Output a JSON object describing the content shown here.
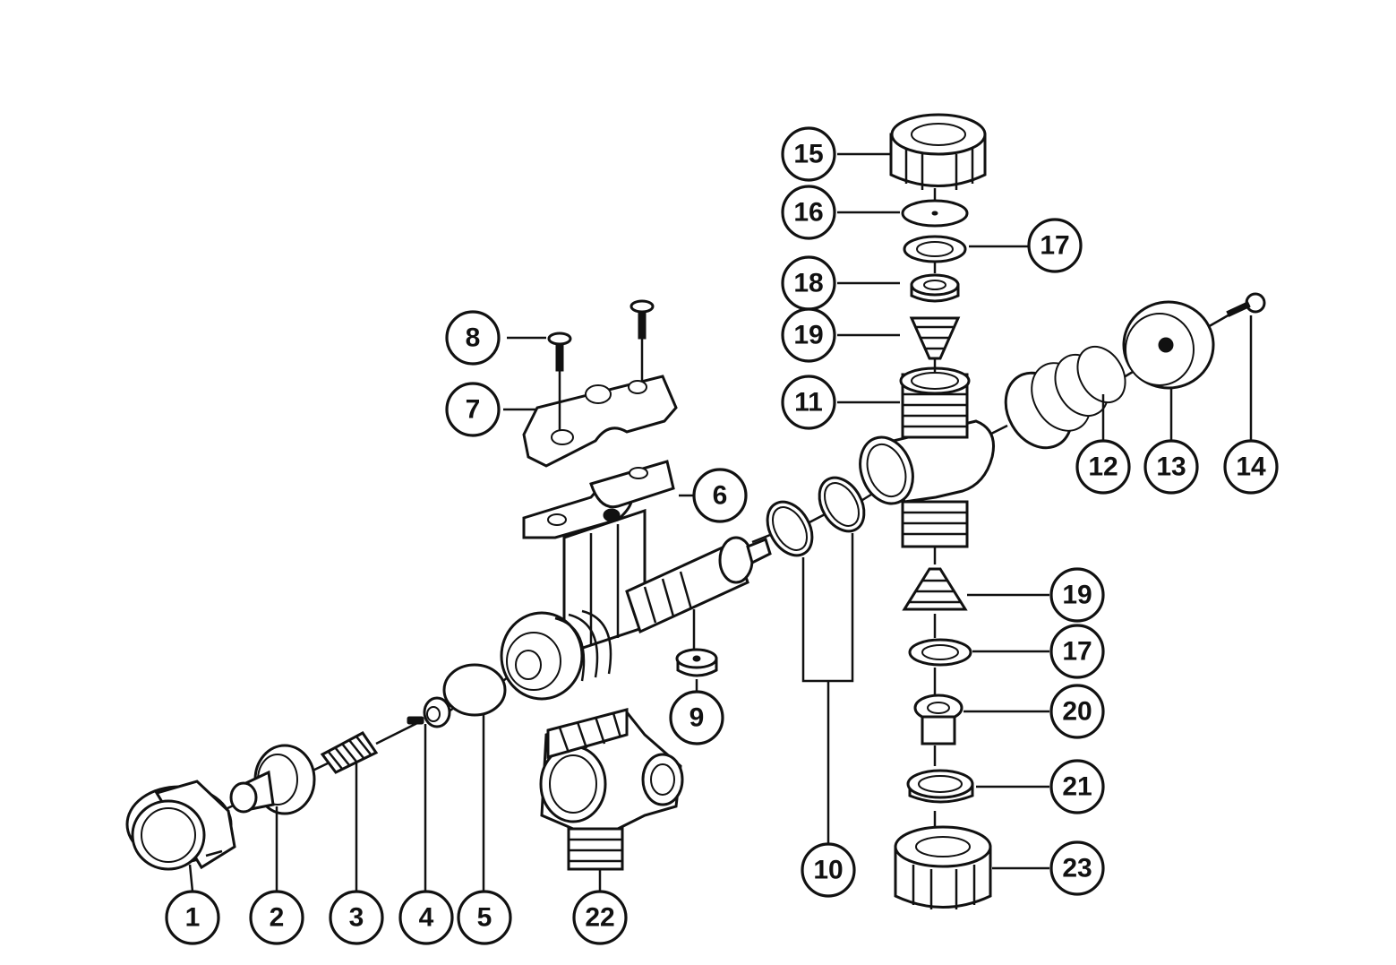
{
  "callouts": [
    {
      "id": "1",
      "label": "1"
    },
    {
      "id": "2",
      "label": "2"
    },
    {
      "id": "3",
      "label": "3"
    },
    {
      "id": "4",
      "label": "4"
    },
    {
      "id": "5",
      "label": "5"
    },
    {
      "id": "6",
      "label": "6"
    },
    {
      "id": "7",
      "label": "7"
    },
    {
      "id": "8",
      "label": "8"
    },
    {
      "id": "9",
      "label": "9"
    },
    {
      "id": "10",
      "label": "10"
    },
    {
      "id": "11",
      "label": "11"
    },
    {
      "id": "12",
      "label": "12"
    },
    {
      "id": "13",
      "label": "13"
    },
    {
      "id": "14",
      "label": "14"
    },
    {
      "id": "15",
      "label": "15"
    },
    {
      "id": "16",
      "label": "16"
    },
    {
      "id": "17a",
      "label": "17"
    },
    {
      "id": "18",
      "label": "18"
    },
    {
      "id": "19a",
      "label": "19"
    },
    {
      "id": "19b",
      "label": "19"
    },
    {
      "id": "17b",
      "label": "17"
    },
    {
      "id": "20",
      "label": "20"
    },
    {
      "id": "21",
      "label": "21"
    },
    {
      "id": "22",
      "label": "22"
    },
    {
      "id": "23",
      "label": "23"
    }
  ]
}
